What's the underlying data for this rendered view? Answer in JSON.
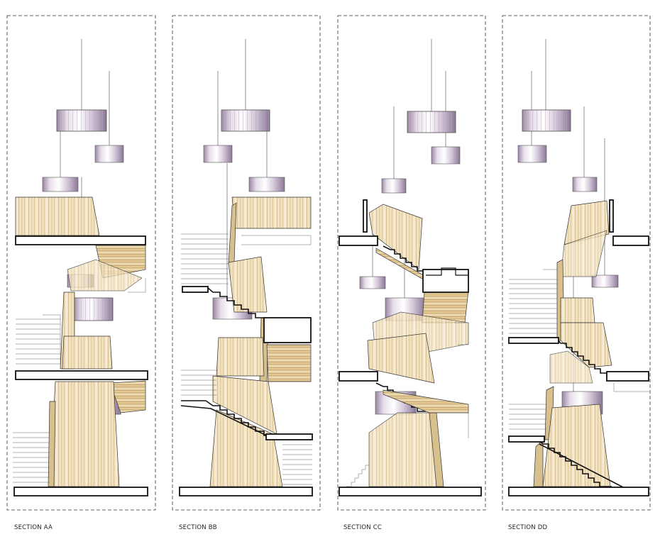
{
  "sections": [
    {
      "key": "aa",
      "label": "SECTION AA"
    },
    {
      "key": "bb",
      "label": "SECTION BB"
    },
    {
      "key": "cc",
      "label": "SECTION CC"
    },
    {
      "key": "dd",
      "label": "SECTION DD"
    }
  ],
  "colors": {
    "wood_light": "#f1e6cf",
    "wood_mid": "#e6d2a6",
    "wood_dark": "#d4b886",
    "lamp_light": "#f3eef5",
    "lamp_mid": "#a894b0",
    "line": "#111111",
    "frame": "#333333"
  }
}
